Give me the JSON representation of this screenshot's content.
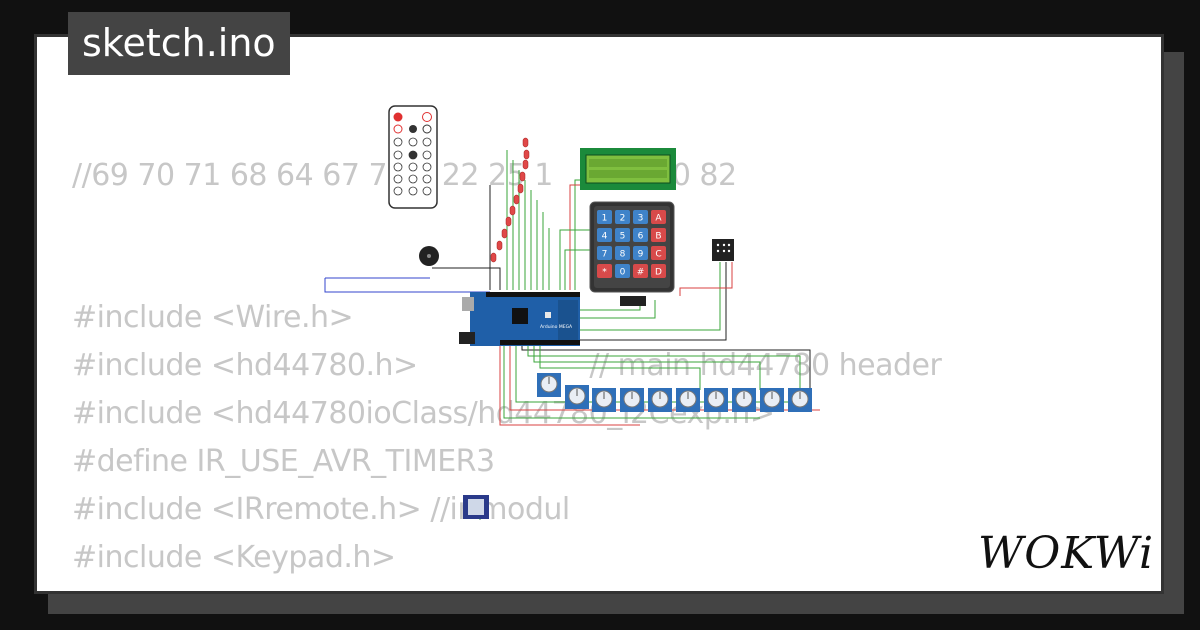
{
  "header": {
    "title": "sketch.ino"
  },
  "code_lines": [
    "//69 70 71 68 64 67 7  9  22 25 1      28 90 82",
    "#include <Wire.h>",
    "#include <hd44780.h>                   // main hd44780 header",
    "#include <hd44780ioClass/hd44780_I2Cexp.h>",
    "#define IR_USE_AVR_TIMER3",
    "#include <IRremote.h> //ir modul",
    "#include <Keypad.h>"
  ],
  "keypad": {
    "keys": [
      "1",
      "2",
      "3",
      "A",
      "4",
      "5",
      "6",
      "B",
      "7",
      "8",
      "9",
      "C",
      "*",
      "0",
      "#",
      "D"
    ]
  },
  "board": {
    "label": "Arduino MEGA"
  },
  "brand": {
    "logo": "WOKWi"
  },
  "colors": {
    "wire_green": "#3aa53a",
    "wire_red": "#d84040",
    "wire_blue": "#3344cc",
    "board_blue": "#1f5fa8",
    "lcd_green": "#1b8a3b"
  }
}
